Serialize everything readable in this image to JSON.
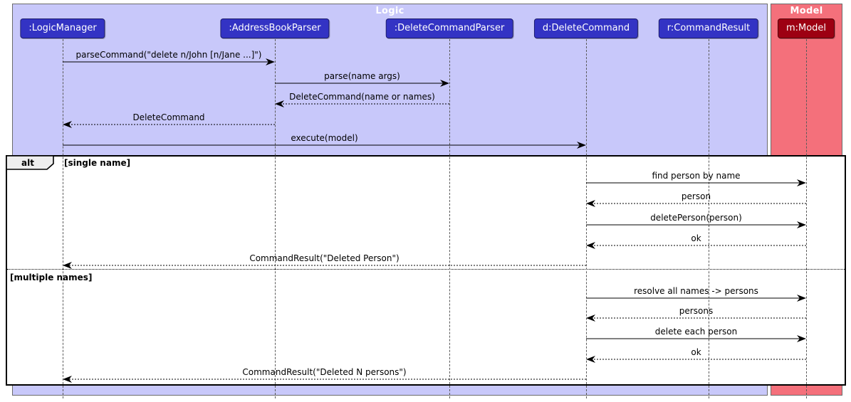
{
  "frames": {
    "logic": {
      "title": "Logic",
      "fill": "#C8C8FA",
      "border": "#6b6b6b"
    },
    "model": {
      "title": "Model",
      "fill": "#F4707B",
      "border": "#6b6b6b"
    }
  },
  "participants": [
    {
      "id": "logicmanager",
      "label": ":LogicManager",
      "fill": "#3333C4",
      "text_color": "#FFFFFF",
      "frame": "logic"
    },
    {
      "id": "addressbookparser",
      "label": ":AddressBookParser",
      "fill": "#3333C4",
      "text_color": "#FFFFFF",
      "frame": "logic"
    },
    {
      "id": "deletecommandparser",
      "label": ":DeleteCommandParser",
      "fill": "#3333C4",
      "text_color": "#FFFFFF",
      "frame": "logic"
    },
    {
      "id": "deletecommand",
      "label": "d:DeleteCommand",
      "fill": "#3333C4",
      "text_color": "#FFFFFF",
      "frame": "logic"
    },
    {
      "id": "commandresult",
      "label": "r:CommandResult",
      "fill": "#3333C4",
      "text_color": "#FFFFFF",
      "frame": "logic"
    },
    {
      "id": "model",
      "label": "m:Model",
      "fill": "#9D0012",
      "text_color": "#FFFFFF",
      "frame": "model"
    }
  ],
  "alt": {
    "operator": "alt",
    "guards": [
      "[single name]",
      "[multiple names]"
    ]
  },
  "messages": [
    {
      "from": "logicmanager",
      "to": "addressbookparser",
      "label": "parseCommand(\"delete n/John [n/Jane ...]\")",
      "kind": "sync"
    },
    {
      "from": "addressbookparser",
      "to": "deletecommandparser",
      "label": "parse(name args)",
      "kind": "sync"
    },
    {
      "from": "deletecommandparser",
      "to": "addressbookparser",
      "label": "DeleteCommand(name or names)",
      "kind": "reply"
    },
    {
      "from": "addressbookparser",
      "to": "logicmanager",
      "label": "DeleteCommand",
      "kind": "reply"
    },
    {
      "from": "logicmanager",
      "to": "deletecommand",
      "label": "execute(model)",
      "kind": "sync"
    },
    {
      "from": "deletecommand",
      "to": "model",
      "label": "find person by name",
      "kind": "sync"
    },
    {
      "from": "model",
      "to": "deletecommand",
      "label": "person",
      "kind": "reply"
    },
    {
      "from": "deletecommand",
      "to": "model",
      "label": "deletePerson(person)",
      "kind": "sync"
    },
    {
      "from": "model",
      "to": "deletecommand",
      "label": "ok",
      "kind": "reply"
    },
    {
      "from": "deletecommand",
      "to": "logicmanager",
      "label": "CommandResult(\"Deleted Person\")",
      "kind": "reply"
    },
    {
      "from": "deletecommand",
      "to": "model",
      "label": "resolve all names -> persons",
      "kind": "sync"
    },
    {
      "from": "model",
      "to": "deletecommand",
      "label": "persons",
      "kind": "reply"
    },
    {
      "from": "deletecommand",
      "to": "model",
      "label": "delete each person",
      "kind": "sync"
    },
    {
      "from": "model",
      "to": "deletecommand",
      "label": "ok",
      "kind": "reply"
    },
    {
      "from": "deletecommand",
      "to": "logicmanager",
      "label": "CommandResult(\"Deleted N persons\")",
      "kind": "reply"
    }
  ]
}
